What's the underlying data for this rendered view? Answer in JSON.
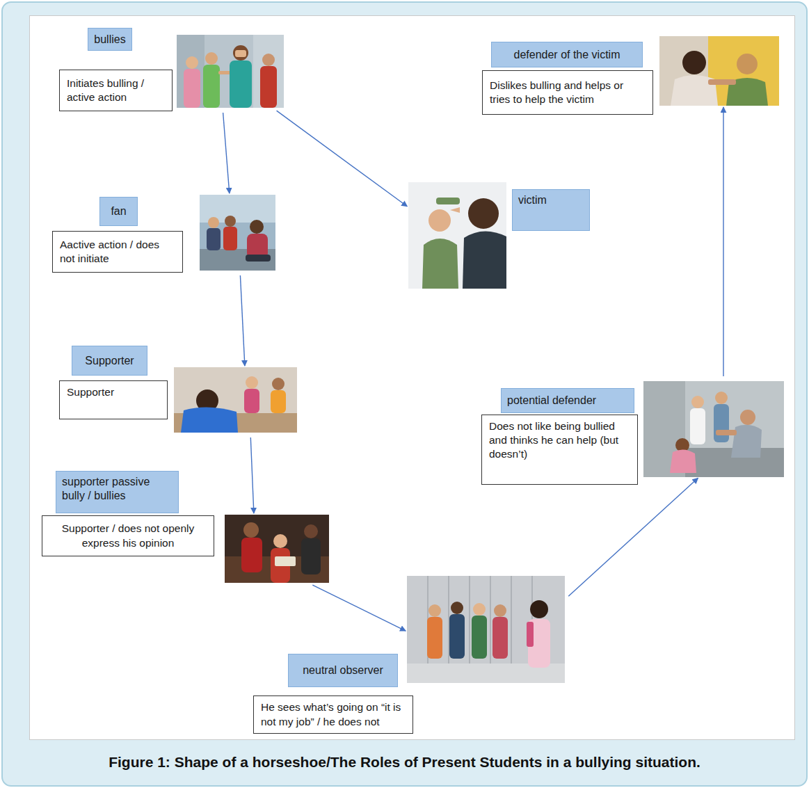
{
  "diagram": {
    "caption": "Figure 1: Shape of a horseshoe/The Roles of Present Students in a bullying situation.",
    "nodes": [
      {
        "text": [
          "bullies",
          "Initiates bulling / active action"
        ]
      },
      {
        "text": [
          "victim"
        ]
      },
      {
        "text": [
          "fan",
          "Aactive action / does not initiate"
        ]
      },
      {
        "text": [
          "Supporter",
          "Supporter"
        ]
      },
      {
        "text": [
          "supporter passive bully / bullies",
          "Supporter / does not openly express his opinion"
        ]
      },
      {
        "text": [
          "neutral observer",
          "He sees what’s going on “it is not my job” / he does not"
        ]
      },
      {
        "text": [
          "potential defender",
          "Does not like being bullied and thinks he can help (but doesn’t)"
        ]
      },
      {
        "text": [
          "defender of the victim",
          "Dislikes bulling and helps or tries to help the victim"
        ]
      }
    ],
    "edges": [
      {
        "from": 0,
        "to": 2,
        "arrow": "to"
      },
      {
        "from": 0,
        "to": 1,
        "arrow": "to"
      },
      {
        "from": 2,
        "to": 3,
        "arrow": "to"
      },
      {
        "from": 3,
        "to": 4,
        "arrow": "to"
      },
      {
        "from": 4,
        "to": 5,
        "arrow": "to"
      },
      {
        "from": 5,
        "to": 6,
        "arrow": "to"
      },
      {
        "from": 6,
        "to": 7,
        "arrow": "to"
      }
    ]
  }
}
